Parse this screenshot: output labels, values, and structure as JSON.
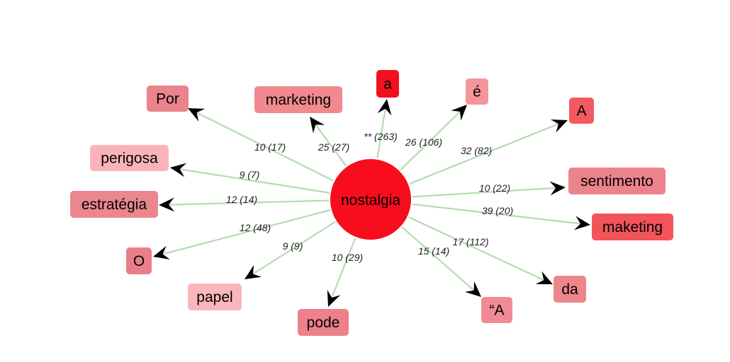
{
  "hub": {
    "label": "nostalgia",
    "color": "#f80d1d"
  },
  "edge_color": "#b5dbb0",
  "nodes": [
    {
      "label": "Por",
      "edge_label": "10 (17)",
      "color": "#e9838c"
    },
    {
      "label": "marketing",
      "edge_label": "25 (27)",
      "color": "#f08a8e"
    },
    {
      "label": "a",
      "edge_label": "** (263)",
      "color": "#f2101f"
    },
    {
      "label": "é",
      "edge_label": "26 (106)",
      "color": "#f59599"
    },
    {
      "label": "A",
      "edge_label": "32 (82)",
      "color": "#f25a5f"
    },
    {
      "label": "perigosa",
      "edge_label": "9 (7)",
      "color": "#fab4b9"
    },
    {
      "label": "sentimento",
      "edge_label": "10 (22)",
      "color": "#ec838b"
    },
    {
      "label": "estratégia",
      "edge_label": "12 (14)",
      "color": "#ea868e"
    },
    {
      "label": "maketing",
      "edge_label": "39 (20)",
      "color": "#f2545a"
    },
    {
      "label": "O",
      "edge_label": "12 (48)",
      "color": "#ea7e88"
    },
    {
      "label": "papel",
      "edge_label": "9 (9)",
      "color": "#fab6ba"
    },
    {
      "label": "pode",
      "edge_label": "10 (29)",
      "color": "#ed808a"
    },
    {
      "label": "“A",
      "edge_label": "15 (14)",
      "color": "#f08b93"
    },
    {
      "label": "da",
      "edge_label": "17 (112)",
      "color": "#ed858d"
    }
  ]
}
